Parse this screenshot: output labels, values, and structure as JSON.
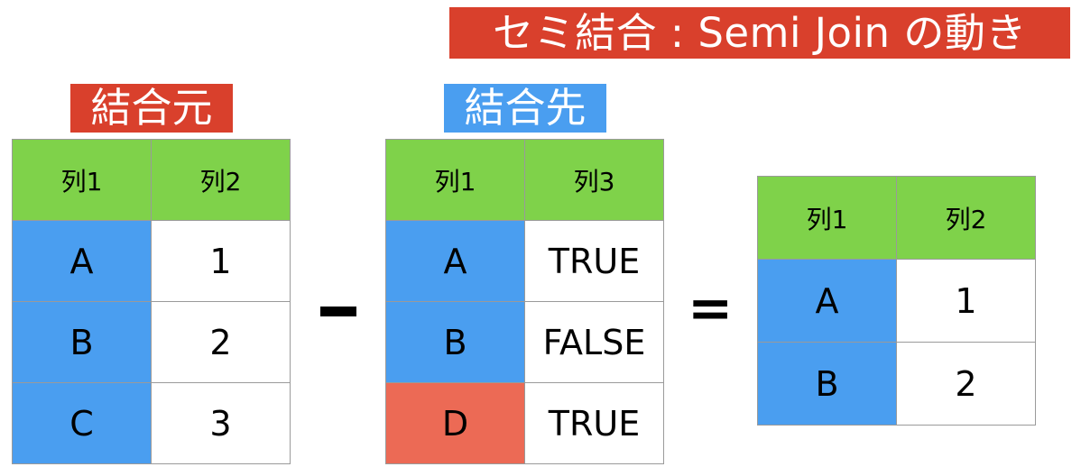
{
  "title": "セミ結合 : Semi Join の動き",
  "left_table": {
    "label": "結合元",
    "headers": [
      "列1",
      "列2"
    ],
    "rows": [
      {
        "c1": "A",
        "c2": "1"
      },
      {
        "c1": "B",
        "c2": "2"
      },
      {
        "c1": "C",
        "c2": "3"
      }
    ]
  },
  "right_table": {
    "label": "結合先",
    "headers": [
      "列1",
      "列3"
    ],
    "rows": [
      {
        "c1": "A",
        "c2": "TRUE"
      },
      {
        "c1": "B",
        "c2": "FALSE"
      },
      {
        "c1": "D",
        "c2": "TRUE"
      }
    ]
  },
  "result_table": {
    "headers": [
      "列1",
      "列2"
    ],
    "rows": [
      {
        "c1": "A",
        "c2": "1"
      },
      {
        "c1": "B",
        "c2": "2"
      }
    ]
  },
  "operators": {
    "equals": "="
  },
  "colors": {
    "title_bg": "#d9402c",
    "header_bg": "#7fd24a",
    "match_key": "#4a9ef0",
    "nomatch_key": "#ec6a55"
  }
}
